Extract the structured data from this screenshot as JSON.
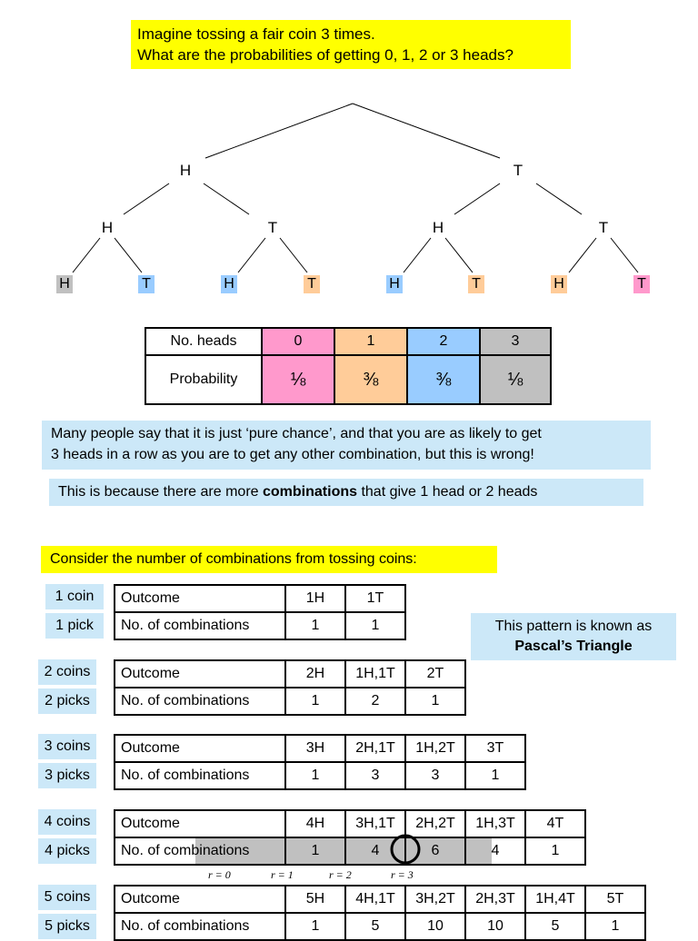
{
  "question": {
    "line1": "Imagine tossing a fair coin 3 times.",
    "line2": "What are the probabilities of getting 0, 1, 2 or 3 heads?"
  },
  "tree": {
    "level1": [
      "H",
      "T"
    ],
    "level2": [
      "H",
      "T",
      "H",
      "T"
    ],
    "leaves": [
      {
        "label": "H",
        "color": "#c0c0c0"
      },
      {
        "label": "T",
        "color": "#99ccff"
      },
      {
        "label": "H",
        "color": "#99ccff"
      },
      {
        "label": "T",
        "color": "#ffcc99"
      },
      {
        "label": "H",
        "color": "#99ccff"
      },
      {
        "label": "T",
        "color": "#ffcc99"
      },
      {
        "label": "H",
        "color": "#ffcc99"
      },
      {
        "label": "T",
        "color": "#ff99cc"
      }
    ]
  },
  "prob_table": {
    "row1_label": "No. heads",
    "row2_label": "Probability",
    "heads": [
      "0",
      "1",
      "2",
      "3"
    ],
    "probs": [
      "⅛",
      "⅜",
      "⅜",
      "⅛"
    ],
    "colors": [
      "#ff99cc",
      "#ffcc99",
      "#99ccff",
      "#c0c0c0"
    ]
  },
  "para1": {
    "line1": "Many people say that it is just ‘pure chance’, and that you are as likely to get",
    "line2": "3 heads in a row as you are to get any other combination, but this is wrong!"
  },
  "para2": {
    "before": "This is because there are more ",
    "bold": "combinations",
    "after": " that give 1 head or 2 heads"
  },
  "consider": "Consider the number of combinations from tossing coins:",
  "pascal": {
    "line1": "This pattern is known as",
    "line2": "Pascal’s Triangle"
  },
  "groups": [
    {
      "coins": "1 coin",
      "picks": "1 pick",
      "outcome_label": "Outcome",
      "comb_label": "No. of combinations",
      "outcomes": [
        "1H",
        "1T"
      ],
      "combs": [
        "1",
        "1"
      ]
    },
    {
      "coins": "2 coins",
      "picks": "2 picks",
      "outcome_label": "Outcome",
      "comb_label": "No. of combinations",
      "outcomes": [
        "2H",
        "1H,1T",
        "2T"
      ],
      "combs": [
        "1",
        "2",
        "1"
      ]
    },
    {
      "coins": "3 coins",
      "picks": "3 picks",
      "outcome_label": "Outcome",
      "comb_label": "No. of combinations",
      "outcomes": [
        "3H",
        "2H,1T",
        "1H,2T",
        "3T"
      ],
      "combs": [
        "1",
        "3",
        "3",
        "1"
      ]
    },
    {
      "coins": "4 coins",
      "picks": "4 picks",
      "outcome_label": "Outcome",
      "comb_label": "No. of combinations",
      "outcomes": [
        "4H",
        "3H,1T",
        "2H,2T",
        "1H,3T",
        "4T"
      ],
      "combs": [
        "1",
        "4",
        "6",
        "4",
        "1"
      ]
    },
    {
      "coins": "5 coins",
      "picks": "5 picks",
      "outcome_label": "Outcome",
      "comb_label": "No. of combinations",
      "outcomes": [
        "5H",
        "4H,1T",
        "3H,2T",
        "2H,3T",
        "1H,4T",
        "5T"
      ],
      "combs": [
        "1",
        "5",
        "10",
        "10",
        "5",
        "1"
      ]
    }
  ],
  "r_labels": [
    "r = 0",
    "r = 1",
    "r = 2",
    "r = 3"
  ]
}
